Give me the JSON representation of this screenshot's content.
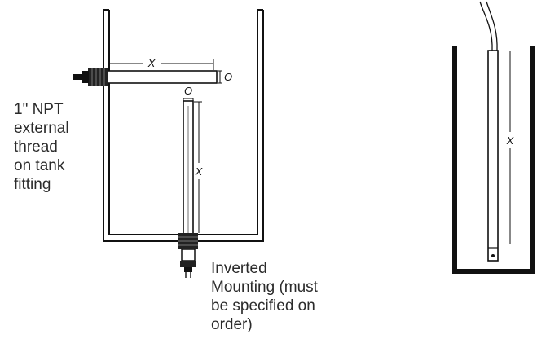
{
  "labels": {
    "fitting": [
      "1\" NPT",
      "external",
      "thread",
      "on tank",
      "fitting"
    ],
    "inverted": [
      "Inverted",
      "Mounting (must",
      "be specified on",
      "order)"
    ]
  },
  "dimensions": {
    "length_symbol": "X",
    "offset_symbol": "O"
  },
  "colors": {
    "ink": "#111111",
    "text": "#2b2b2b"
  }
}
